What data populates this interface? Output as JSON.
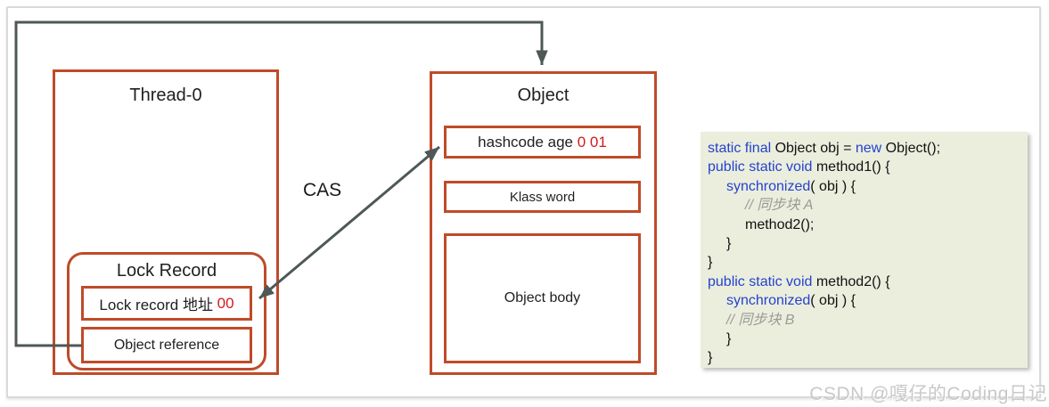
{
  "colors": {
    "box_border": "#bf4b29",
    "arrow": "#4d5857",
    "red_text": "#cf1c1c",
    "keyword_blue": "#2442cf",
    "comment_gray": "#9a9a95",
    "code_bg": "#ebeedd"
  },
  "diagram": {
    "thread_box": {
      "title": "Thread-0"
    },
    "lock_record": {
      "title": "Lock Record",
      "address_row": {
        "label": "Lock record 地址 ",
        "value": "00"
      },
      "reference_row": {
        "label": "Object reference"
      }
    },
    "object_box": {
      "title": "Object",
      "hashcode_row": {
        "label": "hashcode age ",
        "value": "0 01"
      },
      "klass_row": {
        "label": "Klass word"
      },
      "body_row": {
        "label": "Object body"
      }
    },
    "cas_label": "CAS"
  },
  "code": {
    "lines": [
      {
        "indent": 0,
        "segments": [
          {
            "text": "static final",
            "type": "kw"
          },
          {
            "text": " Object obj = ",
            "type": "plain"
          },
          {
            "text": "new",
            "type": "kw"
          },
          {
            "text": " Object();",
            "type": "plain"
          }
        ]
      },
      {
        "indent": 0,
        "segments": [
          {
            "text": "public static void",
            "type": "kw"
          },
          {
            "text": " method1() {",
            "type": "plain"
          }
        ]
      },
      {
        "indent": 1,
        "segments": [
          {
            "text": "synchronized",
            "type": "kw"
          },
          {
            "text": "( obj ) {",
            "type": "plain"
          }
        ]
      },
      {
        "indent": 2,
        "segments": [
          {
            "text": "// 同步块 A",
            "type": "comment"
          }
        ]
      },
      {
        "indent": 2,
        "segments": [
          {
            "text": "method2();",
            "type": "plain"
          }
        ]
      },
      {
        "indent": 1,
        "segments": [
          {
            "text": "}",
            "type": "plain"
          }
        ]
      },
      {
        "indent": 0,
        "segments": [
          {
            "text": "}",
            "type": "plain"
          }
        ]
      },
      {
        "indent": 0,
        "segments": [
          {
            "text": "public static void",
            "type": "kw"
          },
          {
            "text": " method2() {",
            "type": "plain"
          }
        ]
      },
      {
        "indent": 1,
        "segments": [
          {
            "text": "synchronized",
            "type": "kw"
          },
          {
            "text": "( obj ) {",
            "type": "plain"
          }
        ]
      },
      {
        "indent": 1,
        "segments": [
          {
            "text": "// 同步块 B",
            "type": "comment"
          }
        ]
      },
      {
        "indent": 1,
        "segments": [
          {
            "text": "}",
            "type": "plain"
          }
        ]
      },
      {
        "indent": 0,
        "segments": [
          {
            "text": "}",
            "type": "plain"
          }
        ]
      }
    ]
  },
  "watermark": "CSDN @嘎仔的Coding日记"
}
